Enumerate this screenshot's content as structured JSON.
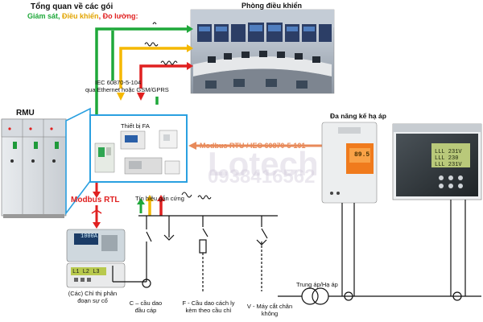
{
  "legend": {
    "title": "Tổng quan về các gói",
    "monitoring": "Giám sát",
    "control": "Điều khiển",
    "measurement": "Đo lường",
    "sep": ", ",
    "end": ":"
  },
  "control_room": {
    "title": "Phòng điều khiển"
  },
  "iec_link": {
    "line1": "IEC 60870-5-104",
    "line2": "qua Ethernet hoặc GSM/GPRS"
  },
  "rmu": {
    "title": "RMU"
  },
  "fa_device": {
    "title": "Thiết bị FA"
  },
  "meter": {
    "title": "Đa năng kế hạ áp",
    "display_a": "89.5",
    "display_b": "LLL 231V\nLLL 230\nLLL 231V"
  },
  "protocol_link": {
    "label": "Modbus RTU / IEC 60870-5-101"
  },
  "hardwire": {
    "label": "Tín hiệu gắn cứng"
  },
  "modbus_local": {
    "label": "Modbus RTL"
  },
  "fault_indicator_screen": {
    "a": "1000A",
    "b": "L1  L2  L3"
  },
  "labels": {
    "fault_indicator": "(Các) Chỉ thị phân đoạn sự cố",
    "feeder_switch": "C – cầu dao đầu cáp",
    "fuse_switch": "F - Cầu dao cách ly kèm theo cầu chì",
    "vacuum_breaker": "V - Máy cắt chân không",
    "transformer": "Trung áp/Hạ áp"
  },
  "watermark": {
    "brand": "Lotech",
    "phone": "0938416562"
  },
  "colors": {
    "green": "#1fa83a",
    "yellow": "#f5b800",
    "red": "#e02020",
    "panel_border": "#2aa0e0",
    "protocol_arrow": "#e88a5a"
  },
  "icons": [
    "wave-icon",
    "sine-signal-icon"
  ]
}
